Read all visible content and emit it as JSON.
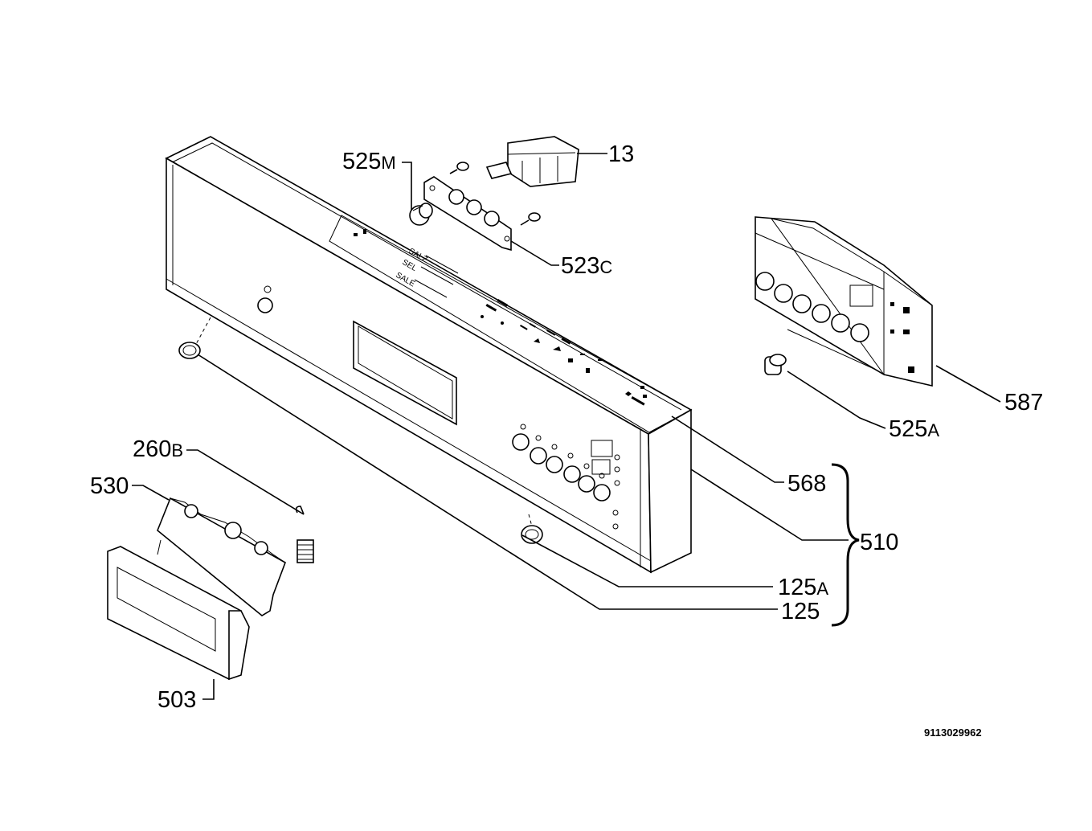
{
  "callouts": {
    "c13": {
      "num": "13",
      "sfx": ""
    },
    "c525m": {
      "num": "525",
      "sfx": "M"
    },
    "c523c": {
      "num": "523",
      "sfx": "C"
    },
    "c587": {
      "num": "587",
      "sfx": ""
    },
    "c525a": {
      "num": "525",
      "sfx": "A"
    },
    "c568": {
      "num": "568",
      "sfx": ""
    },
    "c510": {
      "num": "510",
      "sfx": ""
    },
    "c125a": {
      "num": "125",
      "sfx": "A"
    },
    "c125": {
      "num": "125",
      "sfx": ""
    },
    "c260b": {
      "num": "260",
      "sfx": "B"
    },
    "c530": {
      "num": "530",
      "sfx": ""
    },
    "c503": {
      "num": "503",
      "sfx": ""
    }
  },
  "drawing_code": "9113029962",
  "panel_markings": {
    "salt_1": "SALZ",
    "salt_2": "SEL",
    "salt_3": "SALE"
  }
}
